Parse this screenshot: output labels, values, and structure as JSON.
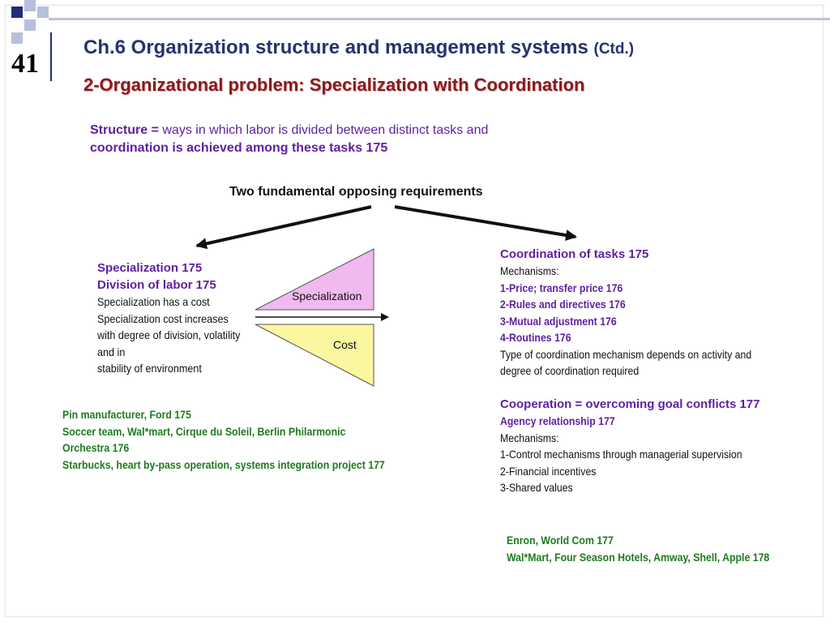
{
  "slide_number": "41",
  "title": "Ch.6 Organization structure and management systems",
  "title_suffix": "(Ctd.)",
  "subtitle": "2-Organizational problem: Specialization with Coordination",
  "intro": {
    "term": "Structure =",
    "line1_rest": "ways in which labor is divided between distinct tasks and",
    "line2": "coordination is achieved among these tasks 175"
  },
  "requirements_heading": "Two fundamental opposing requirements",
  "left": {
    "heading1": "Specialization 175",
    "heading2": "Division of labor 175",
    "lines": [
      "Specialization has a cost",
      "Specialization cost increases",
      "with degree of division, volatility",
      "and in",
      "stability of environment"
    ]
  },
  "diagram": {
    "top_label": "Specialization",
    "bottom_label": "Cost",
    "top_color": "#f2b8f0",
    "bottom_color": "#fbf7a0"
  },
  "examples_left": [
    "Pin manufacturer, Ford 175",
    "Soccer team, Wal*mart, Cirque du Soleil, Berlin Philarmonic",
    "Orchestra 176",
    "Starbucks, heart by-pass operation, systems integration project 177"
  ],
  "coordination": {
    "heading": "Coordination of tasks 175",
    "mechanisms_label": "Mechanisms:",
    "items": [
      "1-Price; transfer price 176",
      "2-Rules and directives 176",
      "3-Mutual adjustment 176",
      "4-Routines 176"
    ],
    "note1": "Type of coordination mechanism depends on activity and",
    "note2": "degree of coordination required"
  },
  "cooperation": {
    "heading": "Cooperation = overcoming goal conflicts 177",
    "agency": "Agency relationship 177",
    "mechanisms_label": "Mechanisms:",
    "items": [
      "1-Control mechanisms through managerial supervision",
      "2-Financial incentives",
      "3-Shared values"
    ]
  },
  "examples_right": [
    "Enron, World Com 177",
    "Wal*Mart, Four Season Hotels, Amway, Shell, Apple 178"
  ],
  "colors": {
    "title": "#27326e",
    "subtitle": "#8b1a1a",
    "purple": "#5e1fa0",
    "green": "#1f7a1f",
    "square_dark": "#222b7a",
    "square_light": "#b8bfdb"
  }
}
